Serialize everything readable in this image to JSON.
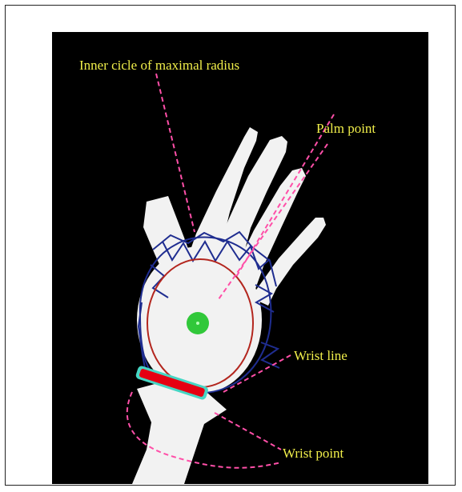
{
  "labels": {
    "inner_circle": "Inner cicle of maximal radius",
    "palm_point": "Palm point",
    "wrist_line": "Wrist line",
    "wrist_point": "Wrist point"
  },
  "colors": {
    "background": "#000000",
    "hand": "#f2f2f2",
    "label_text": "#f1ef4a",
    "leader_line": "#ff4fa8",
    "circle_outline": "#b3261e",
    "contour": "#1f2d90",
    "palm_point": "#31c83a",
    "wrist_line": "#e60012",
    "wrist_point": "#46d6c4"
  }
}
